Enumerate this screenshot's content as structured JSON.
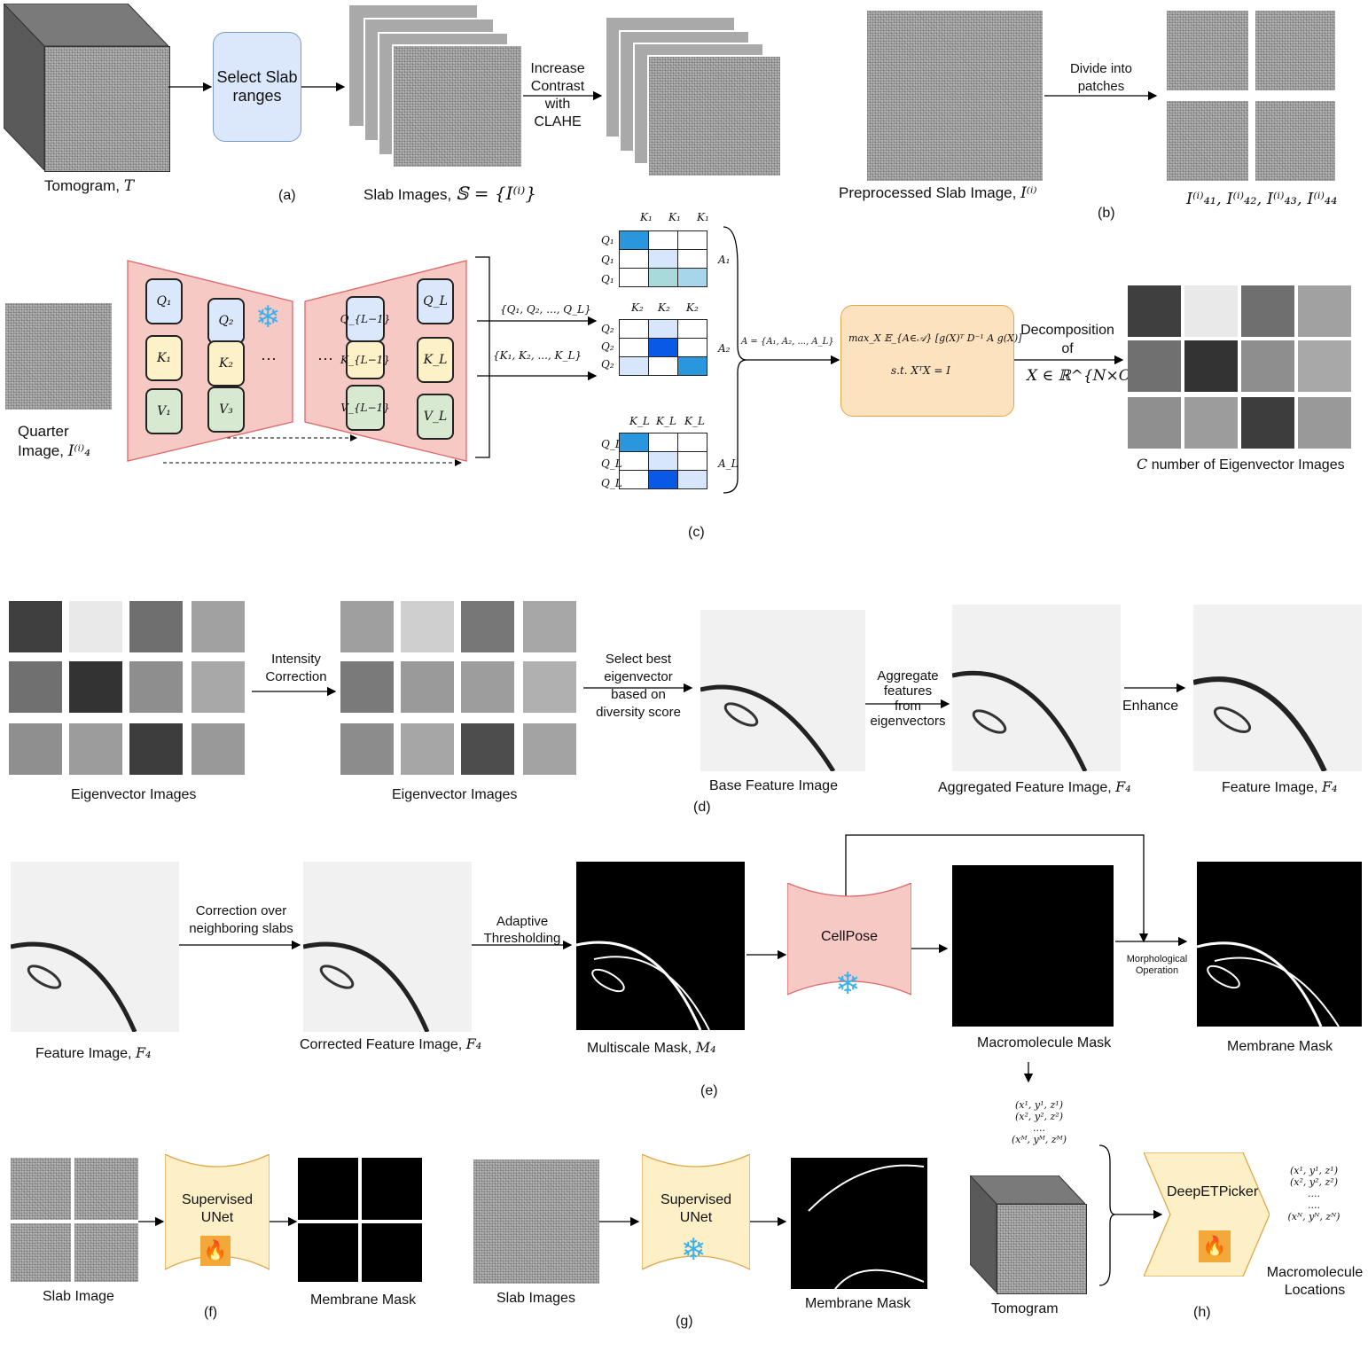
{
  "a": {
    "tomogram_label": "Tomogram, ",
    "tomogram_symbol": "T",
    "select_slab": "Select Slab ranges",
    "slab_images_label": "Slab Images, ",
    "slab_images_symbol": "𝕊 = {I⁽ⁱ⁾}",
    "increase_contrast": [
      "Increase",
      "Contrast",
      "with",
      "CLAHE"
    ],
    "panel": "(a)"
  },
  "b": {
    "preprocessed_label": "Preprocessed Slab Image, ",
    "preprocessed_symbol": "I⁽ⁱ⁾",
    "divide": [
      "Divide into",
      "patches"
    ],
    "patches_symbol": "I⁽ⁱ⁾₄₁, I⁽ⁱ⁾₄₂, I⁽ⁱ⁾₄₃, I⁽ⁱ⁾₄₄",
    "panel": "(b)"
  },
  "c": {
    "quarter_label": [
      "Quarter",
      "Image, "
    ],
    "quarter_symbol": "I⁽ⁱ⁾₄",
    "encoder_tokens": {
      "q1": "Q₁",
      "k1": "K₁",
      "v1": "V₁",
      "q2": "Q₂",
      "k2": "K₂",
      "v3": "V₃"
    },
    "decoder_tokens": {
      "ql1": "Q_{L−1}",
      "kl1": "K_{L−1}",
      "vl1": "V_{L−1}",
      "ql": "Q_L",
      "kl": "K_L",
      "vl": "V_L"
    },
    "ellipsis": "···",
    "q_set": "{Q₁, Q₂, ..., Q_L}",
    "k_set": "{K₁, K₂, ..., K_L}",
    "attn1": {
      "cols": [
        "K₁",
        "K₁",
        "K₁"
      ],
      "rows": [
        "Q₁",
        "Q₁",
        "Q₁"
      ],
      "name": "A₁"
    },
    "attn2": {
      "cols": [
        "K₂",
        "K₂",
        "K₂"
      ],
      "rows": [
        "Q₂",
        "Q₂",
        "Q₂"
      ],
      "name": "A₂"
    },
    "attnL": {
      "cols": [
        "K_L",
        "K_L",
        "K_L"
      ],
      "rows": [
        "Q_L",
        "Q_L",
        "Q_L"
      ],
      "name": "A_L"
    },
    "a_set": "A = {A₁, A₂, ..., A_L}",
    "objective": "max_X 𝔼_{A∈𝒜} [g(X)ᵀ D⁻¹ A g(X)]",
    "constraint": "s.t.   XᵀX = I",
    "decomposition": [
      "Decomposition",
      "of"
    ],
    "x_space": "X ∈ ℝ^{N×C}",
    "eigen_label_symbol": "C",
    "eigen_label": " number of  Eigenvector Images",
    "panel": "(c)"
  },
  "d": {
    "eig_images_label": "Eigenvector Images",
    "intensity": [
      "Intensity",
      "Correction"
    ],
    "eig_images_label2": "Eigenvector Images",
    "select_best": [
      "Select best",
      "eigenvector",
      "based on",
      "diversity score"
    ],
    "base_feature": "Base Feature Image",
    "aggregate": [
      "Aggregate",
      "features",
      "from",
      "eigenvectors"
    ],
    "aggregated_label": "Aggregated Feature Image, ",
    "aggregated_symbol": "F₄",
    "enhance": "Enhance",
    "feature_label": "Feature Image, ",
    "feature_symbol": "F₄",
    "panel": "(d)"
  },
  "e": {
    "feature_label": "Feature Image, ",
    "feature_symbol": "F₄",
    "correction": [
      "Correction over",
      "neighboring slabs"
    ],
    "corrected_label": "Corrected Feature Image, ",
    "corrected_symbol": "F₄",
    "adaptive": [
      "Adaptive",
      "Thresholding"
    ],
    "multiscale_label": "Multiscale Mask, ",
    "multiscale_symbol": "M₄",
    "cellpose": "CellPose",
    "macro_mask": "Macromolecule Mask",
    "morph": [
      "Morphological",
      "Operation"
    ],
    "membrane_mask": "Membrane Mask",
    "panel": "(e)"
  },
  "f": {
    "slab_image": "Slab Image",
    "unet": [
      "Supervised",
      "UNet"
    ],
    "membrane_mask": "Membrane Mask",
    "panel": "(f)"
  },
  "g": {
    "slab_images": "Slab Images",
    "unet": [
      "Supervised",
      "UNet"
    ],
    "membrane_mask": "Membrane Mask",
    "panel": "(g)"
  },
  "h": {
    "coords_in": [
      "(x¹, y¹, z¹)",
      "(x², y², z²)",
      "....",
      "(xᴹ, yᴹ, zᴹ)"
    ],
    "tomogram": "Tomogram",
    "picker": "DeepETPicker",
    "coords_out": [
      "(x¹, y¹, z¹)",
      "(x², y², z²)",
      "....",
      "....",
      "(xᴺ, yᴺ, zᴺ)"
    ],
    "locations": [
      "Macromolecule",
      "Locations"
    ],
    "panel": "(h)"
  },
  "colors": {
    "blue_box": "#dbe8fb",
    "orange_box": "#fde2bf",
    "pink": "#f7c9c5",
    "yellow": "#fdefc6",
    "snow": "#3ab1ee",
    "fire": "#f3a93a"
  }
}
